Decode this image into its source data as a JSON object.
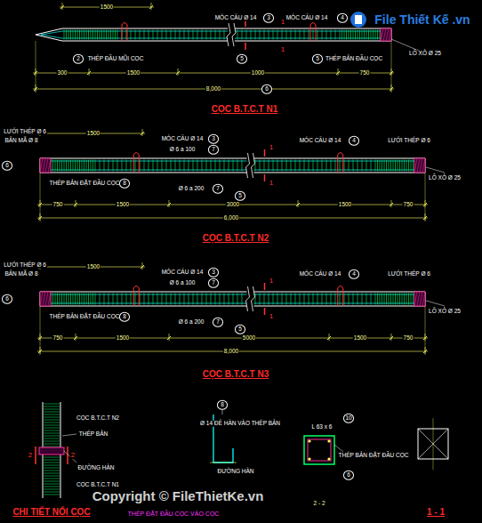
{
  "diagram": {
    "labels": [
      "File Thiết Kế .vn",
      "1500",
      "MÓC CẨU Ø 14",
      "3",
      "MÓC CẨU Ø 14",
      "4",
      "1",
      "2",
      "THÉP ĐẦU MŨI CỌC",
      "5",
      "1",
      "5",
      "THÉP BẢN ĐẦU CỌC",
      "LỖ XỎ Ø 25",
      "300",
      "1500",
      "1000",
      "750",
      "6",
      "8,000",
      "CỌC B.T.C.T N1",
      "LƯỚI THÉP Ø 6",
      "BẢN MÃ Ø 8",
      "6",
      "1500",
      "MÓC CẨU Ø 14",
      "3",
      "Ø 6 a 100",
      "7",
      "1",
      "MÓC CẨU Ø 14",
      "4",
      "LƯỚI THÉP Ø 6",
      "1",
      "THÉP BẢN ĐẶT ĐẦU CỌC",
      "8",
      "Ø 6 a 200",
      "7",
      "5",
      "LỖ XỎ Ø 25",
      "750",
      "1500",
      "3000",
      "1500",
      "750",
      "6,000",
      "CỌC B.T.C.T N2",
      "LƯỚI THÉP Ø 6",
      "BẢN MÃ Ø 8",
      "6",
      "1500",
      "MÓC CẨU Ø 14",
      "3",
      "Ø 6 a 100",
      "7",
      "1",
      "MÓC CẨU Ø 14",
      "4",
      "LƯỚI THÉP Ø 6",
      "1",
      "THÉP BẢN ĐẶT ĐẦU CỌC",
      "8",
      "Ø 6 a 200",
      "7",
      "5",
      "LỖ XỎ Ø 25",
      "750",
      "1500",
      "5000",
      "1500",
      "750",
      "8,000",
      "CỌC B.T.C.T N3",
      "CỌC B.T.C.T N2",
      "THÉP BẢN",
      "ĐƯỜNG HÀN",
      "2",
      "2",
      "CỌC B.T.C.T N1",
      "CHI TIẾT NỐI CỌC",
      "8",
      "Ø 14 ĐỂ HÀN VÀO THÉP BẢN",
      "ĐƯỜNG HÀN",
      "10",
      "L 63 x 6",
      "THÉP BẢN ĐẶT ĐẦU CỌC",
      "6",
      "2 - 2",
      "1 - 1",
      "Copyright © FileThietKe.vn",
      "THÉP ĐẶT ĐẦU CỌC VÀO CỌC"
    ]
  }
}
